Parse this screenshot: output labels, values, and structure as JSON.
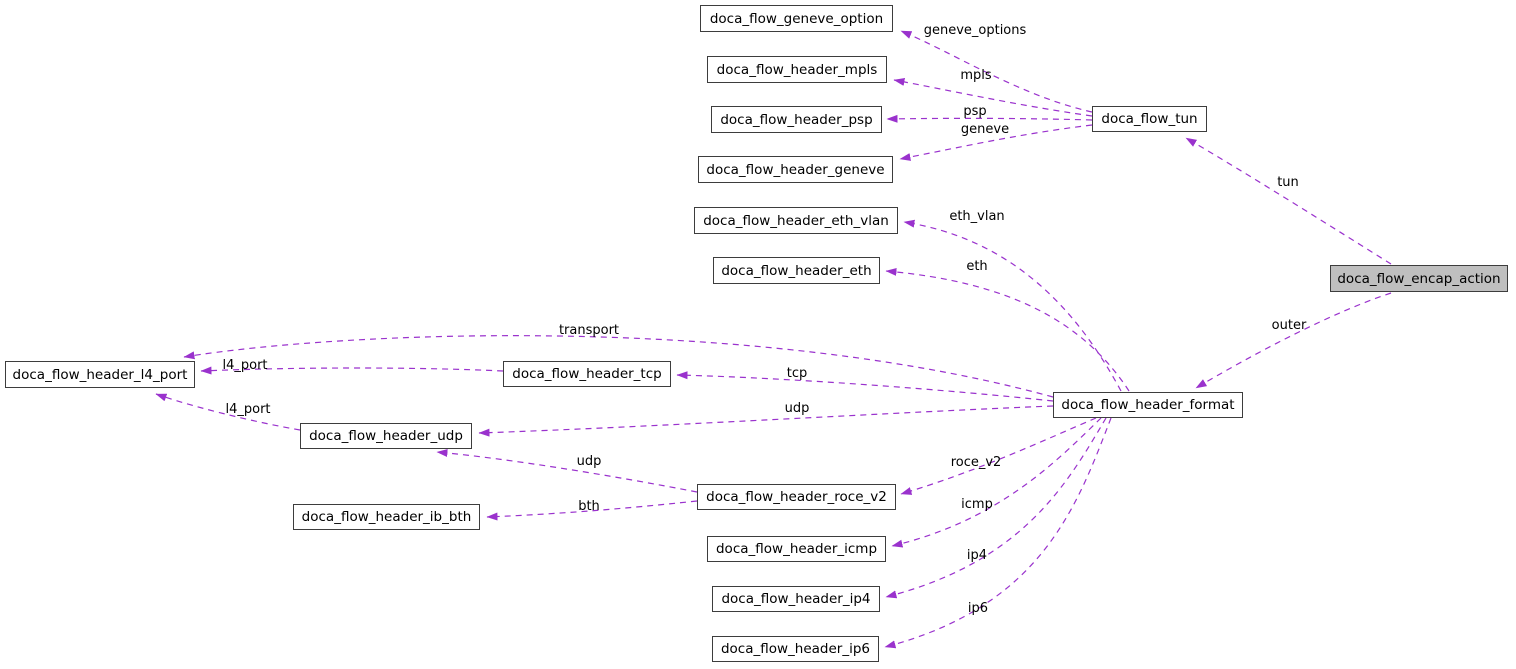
{
  "diagram": {
    "type": "collaboration-graph",
    "colors": {
      "background": "#ffffff",
      "edge": "#9a32cd",
      "node_border": "#3d3d3d",
      "node_fill": "#ffffff",
      "highlight_node_fill": "#bfbfbf",
      "text": "#000000"
    }
  },
  "nodes": [
    {
      "id": "doca_flow_geneve_option",
      "label": "doca_flow_geneve_option",
      "highlighted": false
    },
    {
      "id": "doca_flow_header_mpls",
      "label": "doca_flow_header_mpls",
      "highlighted": false
    },
    {
      "id": "doca_flow_header_psp",
      "label": "doca_flow_header_psp",
      "highlighted": false
    },
    {
      "id": "doca_flow_header_geneve",
      "label": "doca_flow_header_geneve",
      "highlighted": false
    },
    {
      "id": "doca_flow_header_eth_vlan",
      "label": "doca_flow_header_eth_vlan",
      "highlighted": false
    },
    {
      "id": "doca_flow_header_eth",
      "label": "doca_flow_header_eth",
      "highlighted": false
    },
    {
      "id": "doca_flow_tun",
      "label": "doca_flow_tun",
      "highlighted": false
    },
    {
      "id": "doca_flow_encap_action",
      "label": "doca_flow_encap_action",
      "highlighted": true
    },
    {
      "id": "doca_flow_header_l4_port",
      "label": "doca_flow_header_l4_port",
      "highlighted": false
    },
    {
      "id": "doca_flow_header_tcp",
      "label": "doca_flow_header_tcp",
      "highlighted": false
    },
    {
      "id": "doca_flow_header_udp",
      "label": "doca_flow_header_udp",
      "highlighted": false
    },
    {
      "id": "doca_flow_header_ib_bth",
      "label": "doca_flow_header_ib_bth",
      "highlighted": false
    },
    {
      "id": "doca_flow_header_roce_v2",
      "label": "doca_flow_header_roce_v2",
      "highlighted": false
    },
    {
      "id": "doca_flow_header_icmp",
      "label": "doca_flow_header_icmp",
      "highlighted": false
    },
    {
      "id": "doca_flow_header_ip4",
      "label": "doca_flow_header_ip4",
      "highlighted": false
    },
    {
      "id": "doca_flow_header_ip6",
      "label": "doca_flow_header_ip6",
      "highlighted": false
    },
    {
      "id": "doca_flow_header_format",
      "label": "doca_flow_header_format",
      "highlighted": false
    }
  ],
  "edges": [
    {
      "from": "doca_flow_tun",
      "to": "doca_flow_geneve_option",
      "label": "geneve_options"
    },
    {
      "from": "doca_flow_tun",
      "to": "doca_flow_header_mpls",
      "label": "mpls"
    },
    {
      "from": "doca_flow_tun",
      "to": "doca_flow_header_psp",
      "label": "psp"
    },
    {
      "from": "doca_flow_tun",
      "to": "doca_flow_header_geneve",
      "label": "geneve"
    },
    {
      "from": "doca_flow_encap_action",
      "to": "doca_flow_tun",
      "label": "tun"
    },
    {
      "from": "doca_flow_header_format",
      "to": "doca_flow_header_eth_vlan",
      "label": "eth_vlan"
    },
    {
      "from": "doca_flow_header_format",
      "to": "doca_flow_header_eth",
      "label": "eth"
    },
    {
      "from": "doca_flow_encap_action",
      "to": "doca_flow_header_format",
      "label": "outer"
    },
    {
      "from": "doca_flow_header_format",
      "to": "doca_flow_header_l4_port",
      "label": "transport"
    },
    {
      "from": "doca_flow_header_tcp",
      "to": "doca_flow_header_l4_port",
      "label": "l4_port"
    },
    {
      "from": "doca_flow_header_udp",
      "to": "doca_flow_header_l4_port",
      "label": "l4_port"
    },
    {
      "from": "doca_flow_header_format",
      "to": "doca_flow_header_tcp",
      "label": "tcp"
    },
    {
      "from": "doca_flow_header_format",
      "to": "doca_flow_header_udp",
      "label": "udp"
    },
    {
      "from": "doca_flow_header_roce_v2",
      "to": "doca_flow_header_udp",
      "label": "udp"
    },
    {
      "from": "doca_flow_header_roce_v2",
      "to": "doca_flow_header_ib_bth",
      "label": "bth"
    },
    {
      "from": "doca_flow_header_format",
      "to": "doca_flow_header_roce_v2",
      "label": "roce_v2"
    },
    {
      "from": "doca_flow_header_format",
      "to": "doca_flow_header_icmp",
      "label": "icmp"
    },
    {
      "from": "doca_flow_header_format",
      "to": "doca_flow_header_ip4",
      "label": "ip4"
    },
    {
      "from": "doca_flow_header_format",
      "to": "doca_flow_header_ip6",
      "label": "ip6"
    }
  ]
}
